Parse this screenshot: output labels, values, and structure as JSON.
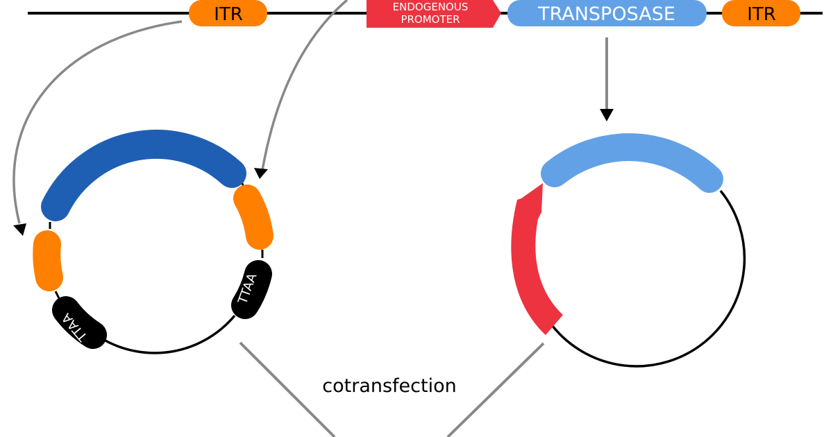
{
  "top_construct": {
    "left_itr": "ITR",
    "promoter_line1": "ENDOGENOUS",
    "promoter_line2": "PROMOTER",
    "transposase": "TRANSPOSASE",
    "right_itr": "ITR"
  },
  "left_plasmid": {
    "site_left": "TTAA",
    "site_right": "TTAA"
  },
  "caption": "cotransfection",
  "colors": {
    "itr": "#ff7f00",
    "promoter": "#ed3340",
    "transposase": "#63a1e6",
    "cargo": "#1f5fb3",
    "ttaa": "#000000",
    "arrow": "#888888"
  }
}
